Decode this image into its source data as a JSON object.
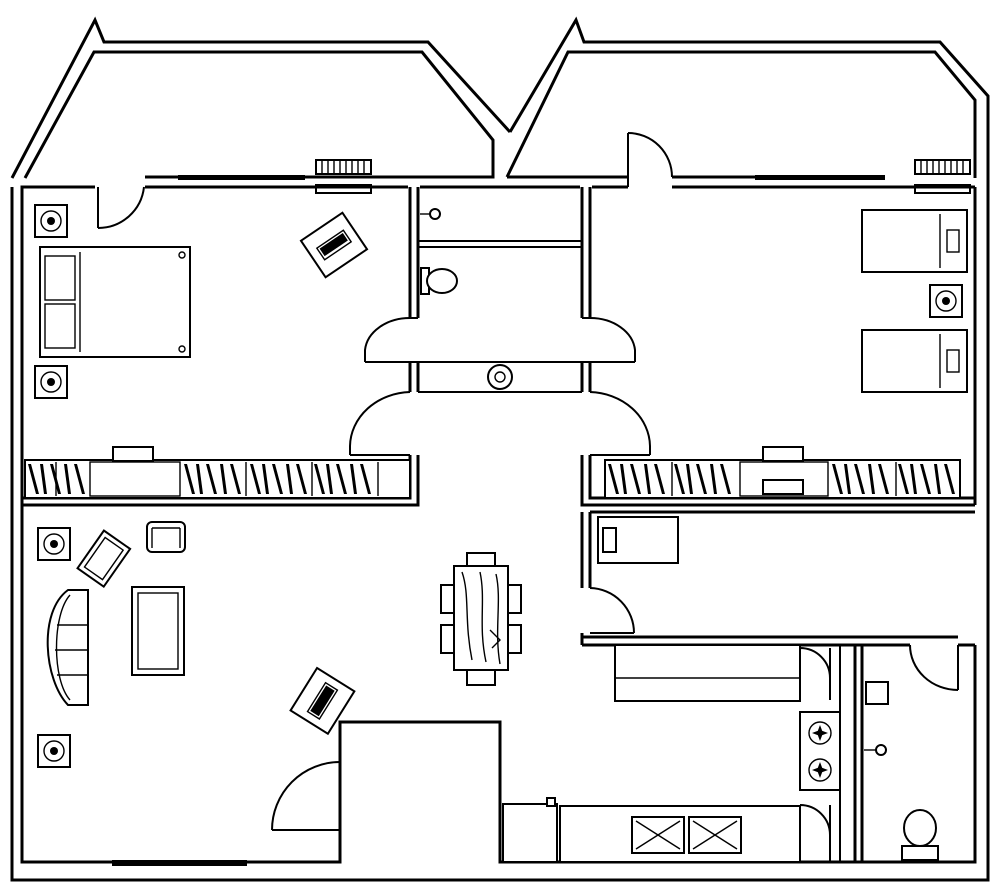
{
  "diagram": {
    "type": "architectural-floor-plan",
    "labels": [],
    "colors": {
      "line": "#000000",
      "background": "#ffffff"
    },
    "rooms": [
      {
        "id": "balcony-left"
      },
      {
        "id": "balcony-right"
      },
      {
        "id": "bedroom-master"
      },
      {
        "id": "bathroom"
      },
      {
        "id": "bedroom-twin"
      },
      {
        "id": "living-room"
      },
      {
        "id": "dining-hall"
      },
      {
        "id": "study"
      },
      {
        "id": "kitchen"
      },
      {
        "id": "wc"
      },
      {
        "id": "entry"
      }
    ],
    "furniture": [
      {
        "id": "double-bed",
        "icon": "double-bed-icon"
      },
      {
        "id": "single-bed-upper",
        "icon": "single-bed-icon"
      },
      {
        "id": "single-bed-lower",
        "icon": "single-bed-icon"
      },
      {
        "id": "sofa",
        "icon": "sofa-icon"
      },
      {
        "id": "dining-table",
        "icon": "dining-table-icon"
      },
      {
        "id": "stove",
        "icon": "stove-icon"
      },
      {
        "id": "sink",
        "icon": "sink-icon"
      },
      {
        "id": "toilet",
        "icon": "toilet-icon"
      }
    ]
  }
}
